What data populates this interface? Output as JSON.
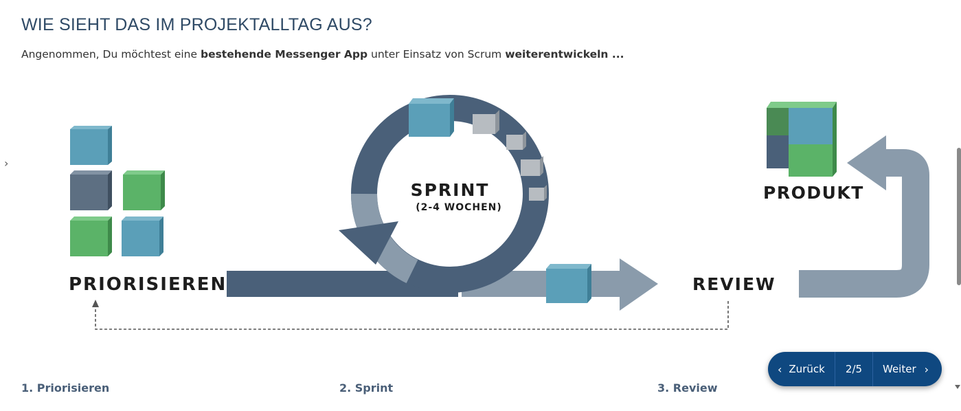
{
  "title": "WIE SIEHT DAS IM PROJEKTALLTAG AUS?",
  "intro": {
    "part1": "Angenommen, Du möchtest eine ",
    "bold1": "bestehende Messenger App",
    "part2": " unter Einsatz von Scrum ",
    "bold2": "weiterentwickeln ..."
  },
  "diagram": {
    "priorisieren": "PRIORISIEREN",
    "sprint": "SPRINT",
    "sprint_duration": "(2-4 WOCHEN)",
    "review": "REVIEW",
    "produkt": "PRODUKT"
  },
  "steps": [
    "1. Priorisieren",
    "2. Sprint",
    "3. Review"
  ],
  "nav": {
    "prev": "Zurück",
    "counter": "2/5",
    "next": "Weiter"
  },
  "colors": {
    "teal": "#5b9fb8",
    "slate": "#5d6f82",
    "green": "#5bb368",
    "dark_blue": "#4a6079",
    "light_arrow": "#8a9bab",
    "nav_bg": "#0f4880"
  },
  "icons": {
    "side": "chevron-right-icon",
    "prev": "chevron-left-icon",
    "next": "chevron-right-icon"
  }
}
